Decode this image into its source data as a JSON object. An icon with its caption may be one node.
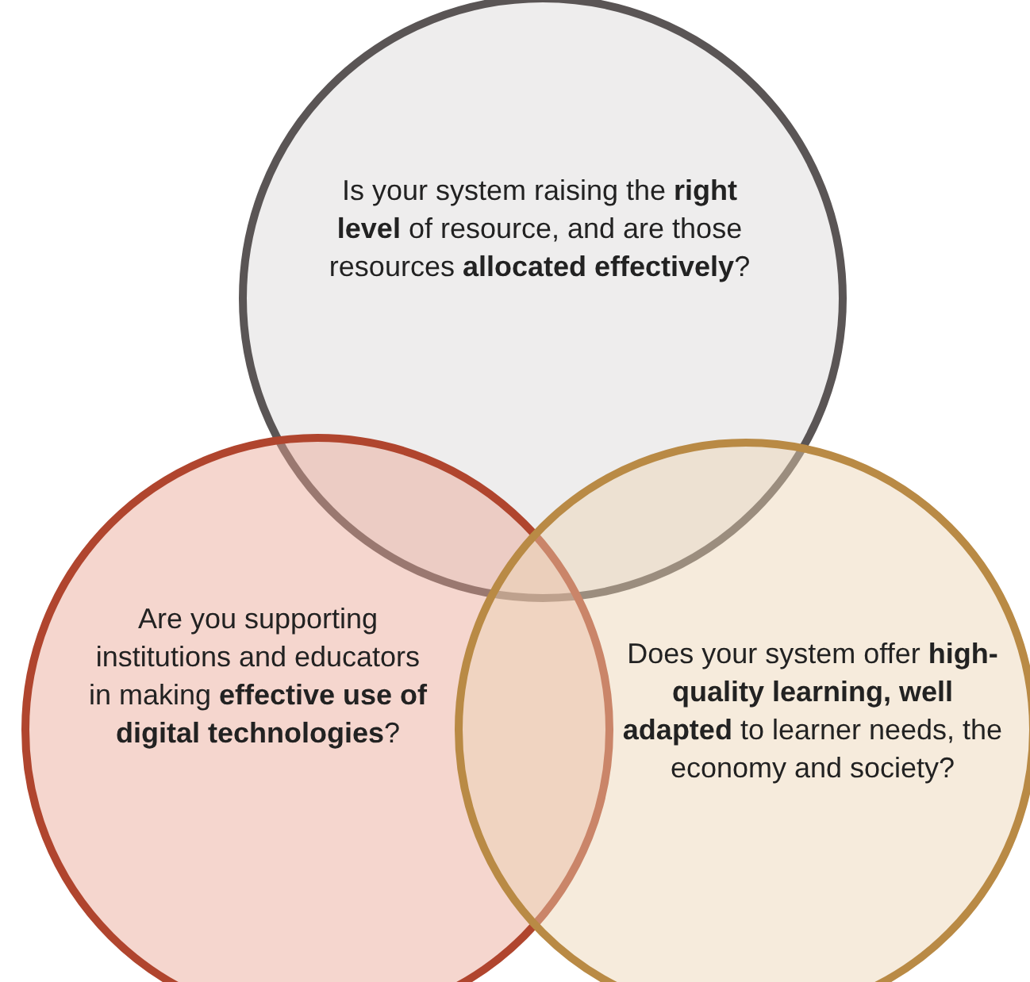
{
  "diagram": {
    "nodes": [
      {
        "text": [
          "Is your system raising the **right level** of resource, and are those resources **allocated effectively**?"
        ]
      },
      {
        "text": [
          "Are you supporting institutions and educators in making **effective use of digital technologies**?"
        ]
      },
      {
        "text": [
          "Does your system offer **high-quality learning, well adapted** to learner needs, the economy and society?"
        ]
      }
    ]
  }
}
